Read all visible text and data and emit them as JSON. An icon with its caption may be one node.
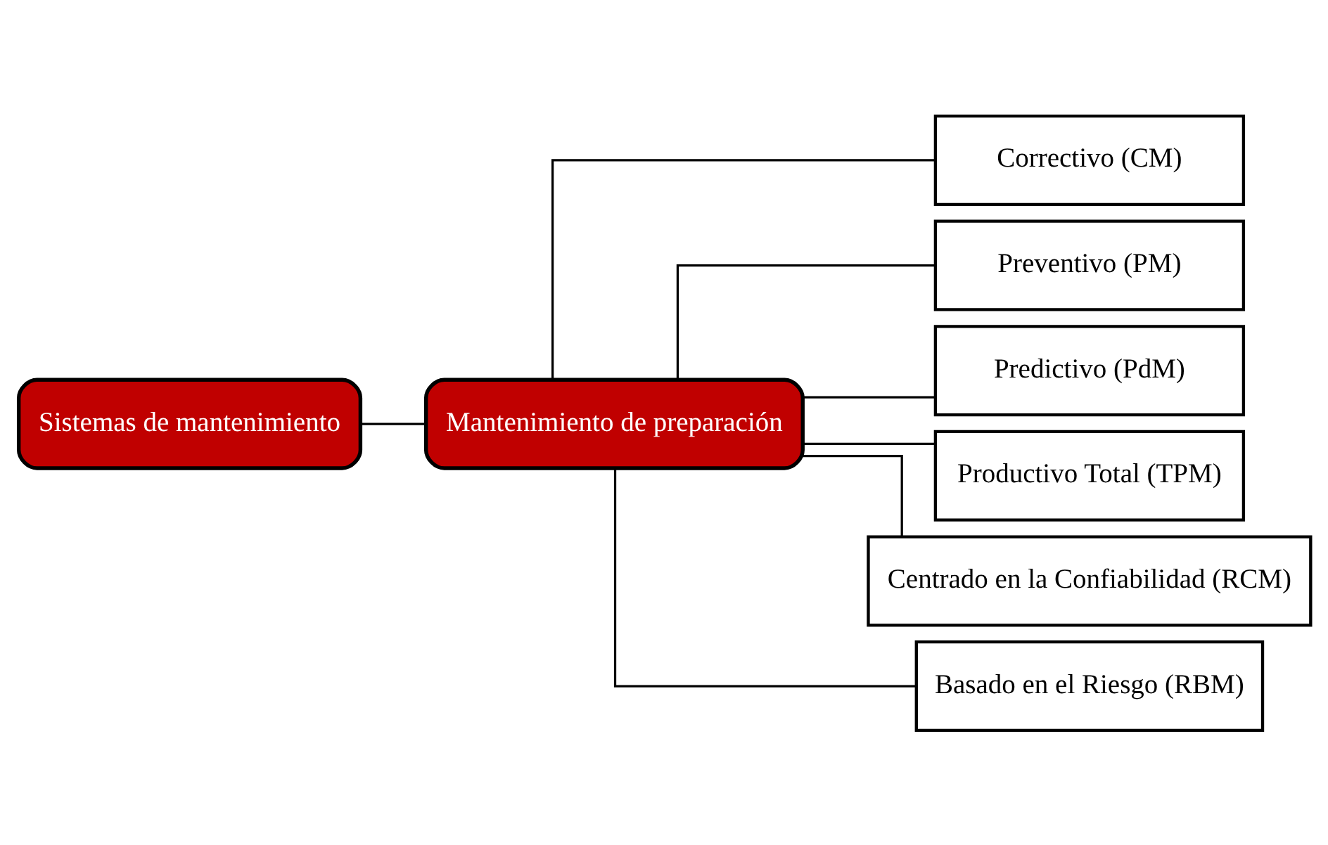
{
  "diagram": {
    "nodes": [
      {
        "text": [
          "Sistemas de mantenimiento"
        ]
      },
      {
        "text": [
          "Mantenimiento de preparación"
        ]
      },
      {
        "text": [
          "Correctivo (CM)"
        ]
      },
      {
        "text": [
          "Preventivo (PM)"
        ]
      },
      {
        "text": [
          "Predictivo (PdM)"
        ]
      },
      {
        "text": [
          "Productivo Total (TPM)"
        ]
      },
      {
        "text": [
          "Centrado en la Confiabilidad (RCM)"
        ]
      },
      {
        "text": [
          "Basado en el Riesgo (RBM)"
        ]
      }
    ],
    "edges": [
      {
        "from": 0,
        "to": 1,
        "arrow": "none"
      },
      {
        "from": 1,
        "to": 2,
        "arrow": "none"
      },
      {
        "from": 1,
        "to": 3,
        "arrow": "none"
      },
      {
        "from": 1,
        "to": 4,
        "arrow": "none"
      },
      {
        "from": 1,
        "to": 5,
        "arrow": "none"
      },
      {
        "from": 1,
        "to": 6,
        "arrow": "none"
      },
      {
        "from": 1,
        "to": 7,
        "arrow": "none"
      }
    ]
  }
}
